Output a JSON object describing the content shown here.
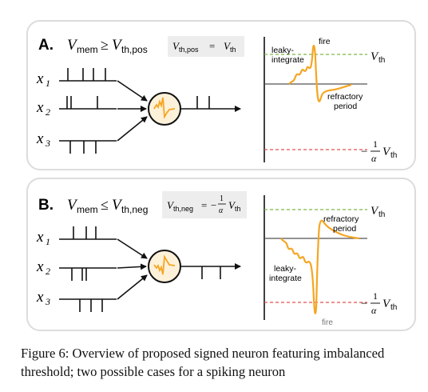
{
  "panel_a": {
    "letter": "A.",
    "cond_v": "V",
    "cond_mem": "mem",
    "cond_op": "≥",
    "cond_th": "V",
    "cond_th_sub": "th,pos",
    "box_lhs": "V",
    "box_lhs_sub": "th,pos",
    "box_eq": "=",
    "box_rhs": "V",
    "box_rhs_sub": "th",
    "inputs": [
      {
        "var": "x",
        "sub": "1"
      },
      {
        "var": "x",
        "sub": "2"
      },
      {
        "var": "x",
        "sub": "3"
      }
    ],
    "label_leaky_1": "leaky-",
    "label_leaky_2": "integrate",
    "label_fire": "fire",
    "label_refractory_1": "refractory",
    "label_refractory_2": "period",
    "vth_label": "V",
    "vth_sub": "th",
    "neg_minus": "−",
    "neg_num": "1",
    "neg_den": "α",
    "neg_v": "V",
    "neg_sub": "th"
  },
  "panel_b": {
    "letter": "B.",
    "cond_v": "V",
    "cond_mem": "mem",
    "cond_op": "≤",
    "cond_th": "V",
    "cond_th_sub": "th,neg",
    "box_lhs": "V",
    "box_lhs_sub": "th,neg",
    "box_eq": "=",
    "box_minus": "−",
    "box_num": "1",
    "box_den": "α",
    "box_rhs": "V",
    "box_rhs_sub": "th",
    "inputs": [
      {
        "var": "x",
        "sub": "1"
      },
      {
        "var": "x",
        "sub": "2"
      },
      {
        "var": "x",
        "sub": "3"
      }
    ],
    "label_leaky_1": "leaky-",
    "label_leaky_2": "integrate",
    "label_fire": "fire",
    "label_refractory_1": "refractory",
    "label_refractory_2": "period",
    "vth_label": "V",
    "vth_sub": "th",
    "neg_minus": "−",
    "neg_num": "1",
    "neg_den": "α",
    "neg_v": "V",
    "neg_sub": "th"
  },
  "colors": {
    "accent": "#f5a623",
    "positive_threshold": "#7ab648",
    "negative_threshold": "#e05050",
    "panel_border": "#dcdcdc"
  },
  "caption": "Figure 6: Overview of proposed signed neuron featuring imbalanced threshold; two possible cases for a spiking neuron"
}
